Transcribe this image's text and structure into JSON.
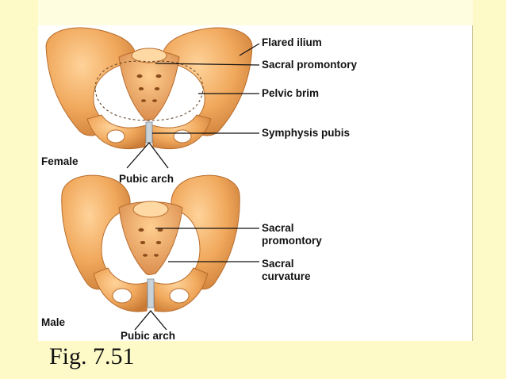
{
  "colors": {
    "bone": "#f0a85c",
    "bone_light": "#ffd39a",
    "bone_dark": "#c97a35",
    "cartilage": "#c8d2d8",
    "slide_background": "#fdfac8"
  },
  "female": {
    "section_label": "Female",
    "labels": {
      "flared_ilium": "Flared ilium",
      "sacral_promontory": "Sacral promontory",
      "pelvic_brim": "Pelvic brim",
      "symphysis_pubis": "Symphysis pubis",
      "pubic_arch": "Pubic arch"
    }
  },
  "male": {
    "section_label": "Male",
    "labels": {
      "sacral_promontory": "Sacral\npromontory",
      "sacral_curvature": "Sacral\ncurvature",
      "pubic_arch": "Pubic arch"
    }
  },
  "caption": "Fig. 7.51"
}
